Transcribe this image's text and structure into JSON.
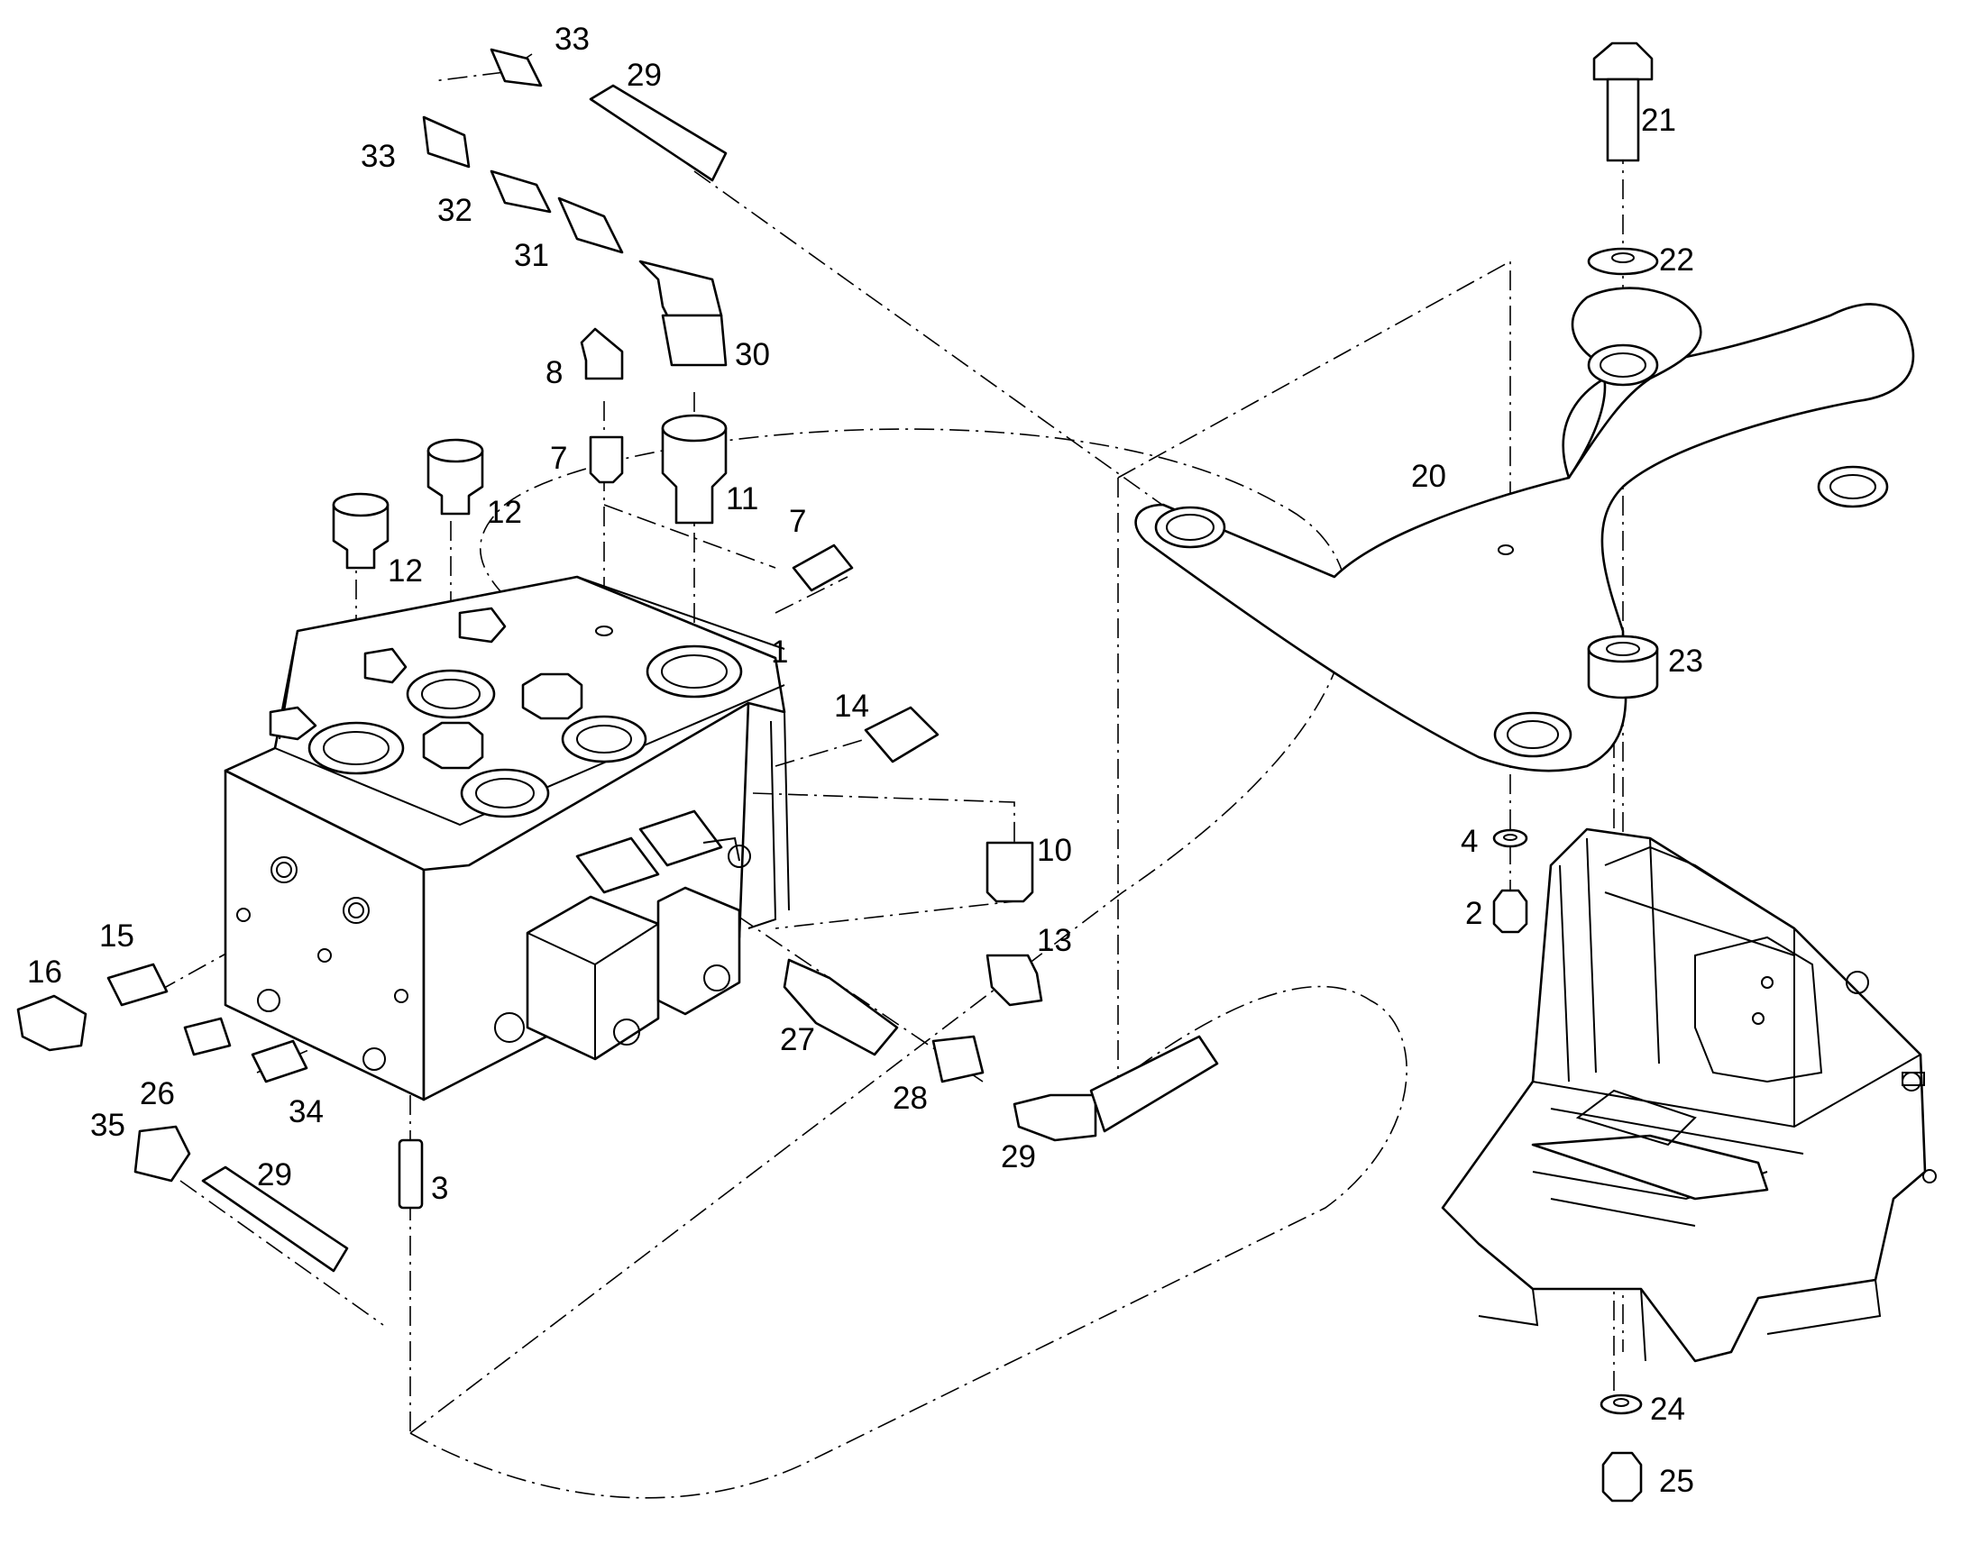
{
  "diagram": {
    "colors": {
      "line": "#000000",
      "background": "#ffffff"
    },
    "callouts": [
      {
        "id": "c1",
        "text": "1"
      },
      {
        "id": "c2",
        "text": "2"
      },
      {
        "id": "c3",
        "text": "3"
      },
      {
        "id": "c4",
        "text": "4"
      },
      {
        "id": "c7a",
        "text": "7"
      },
      {
        "id": "c7b",
        "text": "7"
      },
      {
        "id": "c8",
        "text": "8"
      },
      {
        "id": "c10",
        "text": "10"
      },
      {
        "id": "c11",
        "text": "11"
      },
      {
        "id": "c12a",
        "text": "12"
      },
      {
        "id": "c12b",
        "text": "12"
      },
      {
        "id": "c13",
        "text": "13"
      },
      {
        "id": "c14",
        "text": "14"
      },
      {
        "id": "c15",
        "text": "15"
      },
      {
        "id": "c16",
        "text": "16"
      },
      {
        "id": "c20",
        "text": "20"
      },
      {
        "id": "c21",
        "text": "21"
      },
      {
        "id": "c22",
        "text": "22"
      },
      {
        "id": "c23",
        "text": "23"
      },
      {
        "id": "c24",
        "text": "24"
      },
      {
        "id": "c25",
        "text": "25"
      },
      {
        "id": "c26",
        "text": "26"
      },
      {
        "id": "c27",
        "text": "27"
      },
      {
        "id": "c28",
        "text": "28"
      },
      {
        "id": "c29a",
        "text": "29"
      },
      {
        "id": "c29b",
        "text": "29"
      },
      {
        "id": "c29c",
        "text": "29"
      },
      {
        "id": "c30",
        "text": "30"
      },
      {
        "id": "c31",
        "text": "31"
      },
      {
        "id": "c32",
        "text": "32"
      },
      {
        "id": "c33a",
        "text": "33"
      },
      {
        "id": "c33b",
        "text": "33"
      },
      {
        "id": "c34",
        "text": "34"
      },
      {
        "id": "c35",
        "text": "35"
      }
    ]
  }
}
